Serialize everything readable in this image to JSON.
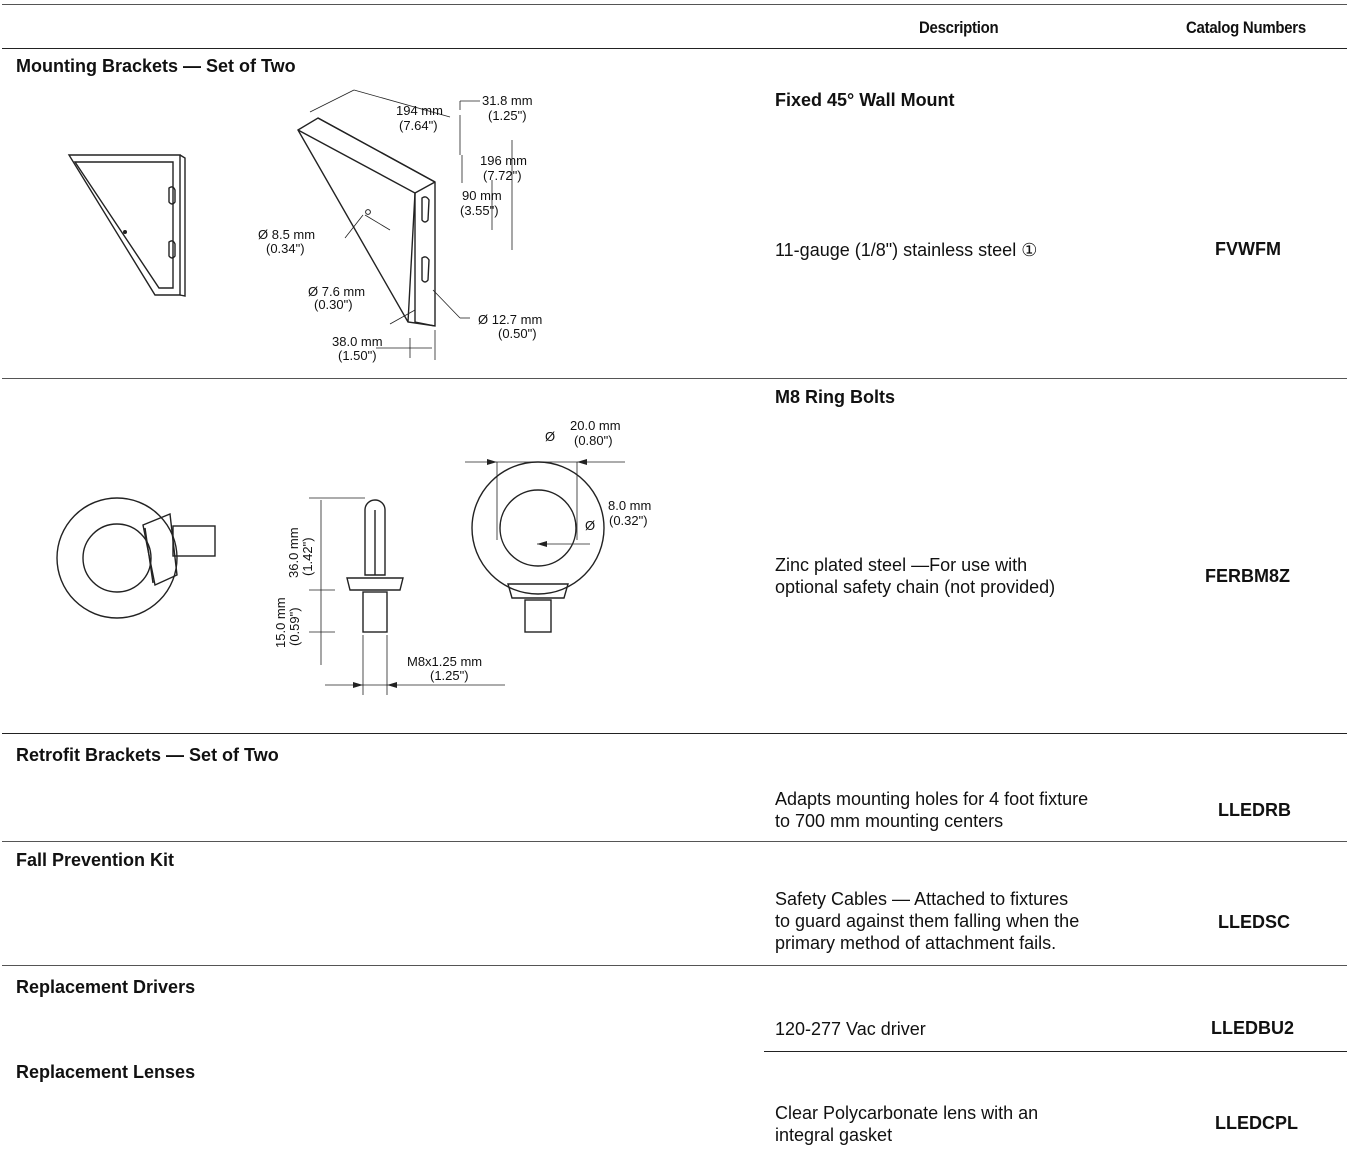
{
  "header": {
    "description": "Description",
    "catalog_numbers": "Catalog Numbers"
  },
  "sections": {
    "mounting_brackets": {
      "title": "Mounting Brackets — Set of Two",
      "item_title": "Fixed 45° Wall Mount",
      "description": "11-gauge (1/8\") stainless steel ①",
      "catalog": "FVWFM",
      "dims": {
        "d1": "194 mm",
        "d1b": "(7.64\")",
        "d2": "31.8 mm",
        "d2b": "(1.25\")",
        "d3": "196 mm",
        "d3b": "(7.72\")",
        "d4": "90 mm",
        "d4b": "(3.55\")",
        "d5": "Ø 8.5 mm",
        "d5b": "(0.34\")",
        "d6": "Ø 7.6 mm",
        "d6b": "(0.30\")",
        "d7": "Ø 12.7 mm",
        "d7b": "(0.50\")",
        "d8": "38.0 mm",
        "d8b": "(1.50\")"
      }
    },
    "ring_bolts": {
      "item_title": "M8 Ring Bolts",
      "description_line1": "Zinc plated steel —For use with",
      "description_line2": "optional safety chain (not provided)",
      "catalog": "FERBM8Z",
      "dims": {
        "d1": "20.0 mm",
        "d1b": "(0.80\")",
        "d2": "8.0 mm",
        "d2b": "(0.32\")",
        "d3": "36.0 mm",
        "d3b": "(1.42\")",
        "d4": "15.0 mm",
        "d4b": "(0.59\")",
        "d5": "M8x1.25 mm",
        "d5b": "(1.25\")"
      }
    },
    "retrofit": {
      "title": "Retrofit Brackets — Set of Two",
      "description_line1": "Adapts mounting holes for 4 foot fixture",
      "description_line2": "to 700 mm mounting centers",
      "catalog": "LLEDRB"
    },
    "fall_prevention": {
      "title": "Fall Prevention Kit",
      "description_line1": "Safety Cables — Attached to fixtures",
      "description_line2": "to guard against them falling when the",
      "description_line3": "primary method of attachment fails.",
      "catalog": "LLEDSC"
    },
    "drivers": {
      "title": "Replacement Drivers",
      "description": "120-277 Vac driver",
      "catalog": "LLEDBU2"
    },
    "lenses": {
      "title": "Replacement Lenses",
      "description_line1": "Clear Polycarbonate lens with an",
      "description_line2": "integral gasket",
      "catalog": "LLEDCPL"
    }
  }
}
